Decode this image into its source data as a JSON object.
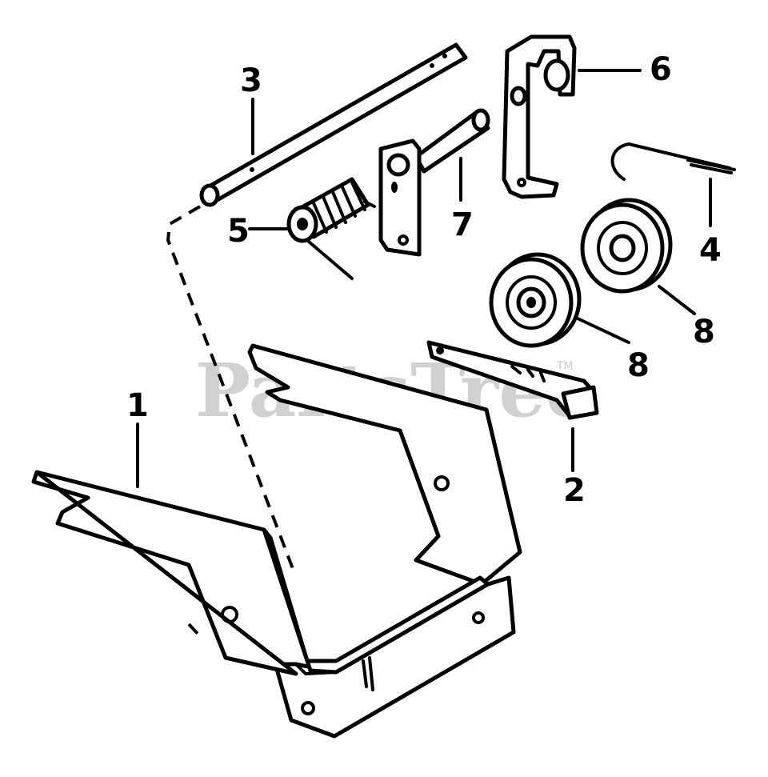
{
  "diagram": {
    "watermark": "PartsTree",
    "watermark_tm": "TM",
    "callouts": [
      {
        "id": "1",
        "label": "1"
      },
      {
        "id": "2",
        "label": "2"
      },
      {
        "id": "3",
        "label": "3"
      },
      {
        "id": "4",
        "label": "4"
      },
      {
        "id": "5",
        "label": "5"
      },
      {
        "id": "6",
        "label": "6"
      },
      {
        "id": "7",
        "label": "7"
      },
      {
        "id": "8a",
        "label": "8"
      },
      {
        "id": "8b",
        "label": "8"
      }
    ],
    "colors": {
      "line": "#000000",
      "background": "#ffffff",
      "watermark": "#c9c9c9"
    }
  }
}
